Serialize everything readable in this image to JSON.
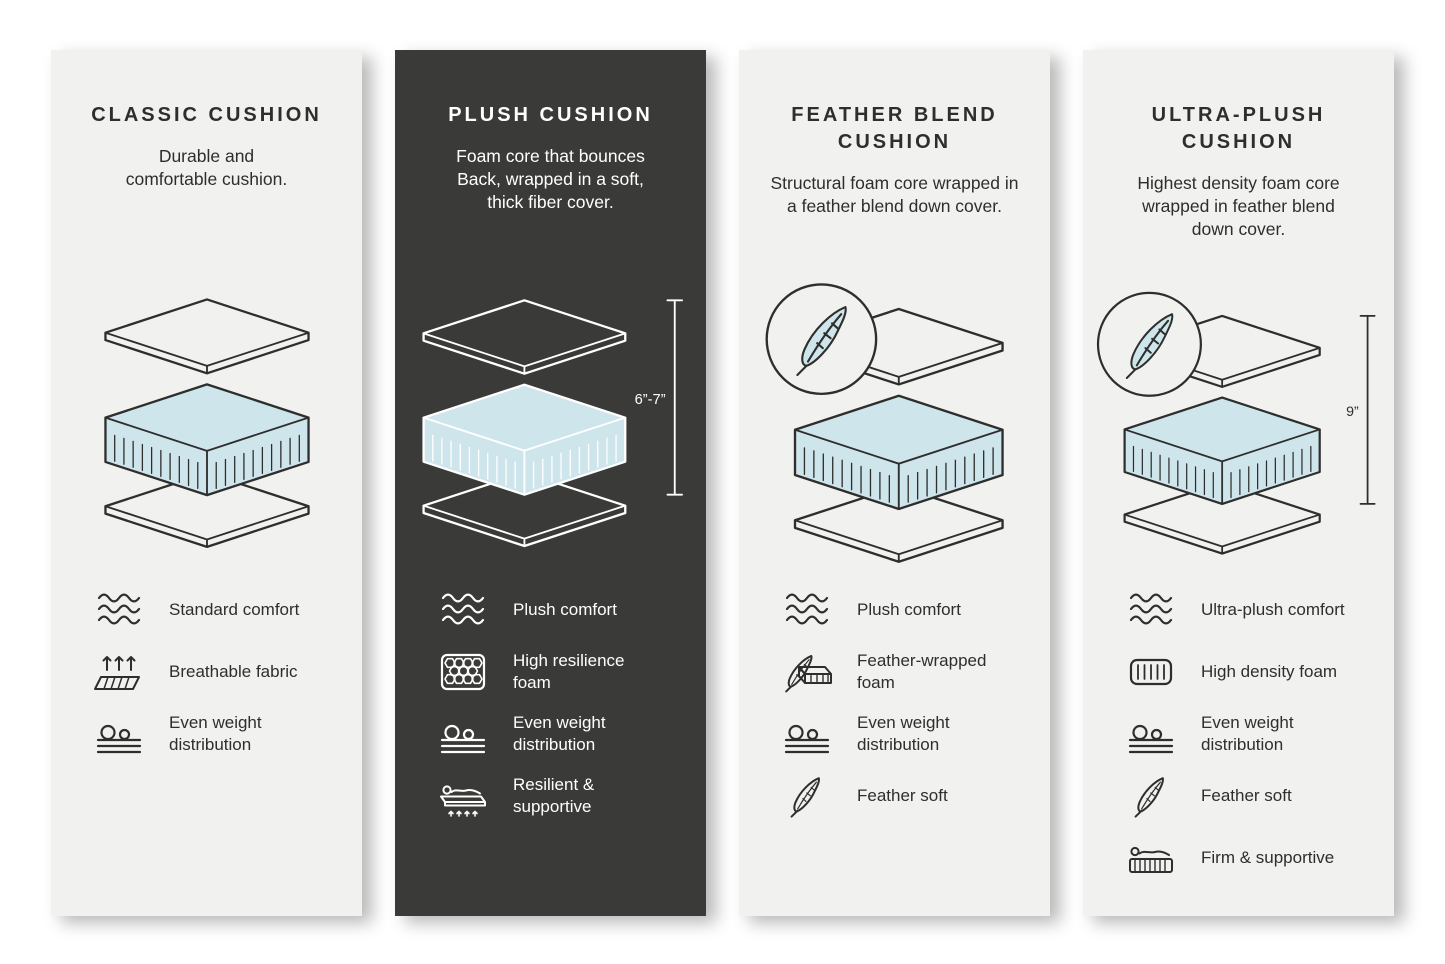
{
  "page": {
    "background": "#ffffff"
  },
  "cards": [
    {
      "id": "classic",
      "title": "CLASSIC CUSHION",
      "description": "Durable and\ncomfortable cushion.",
      "theme": {
        "bg": "#f1f1ef",
        "text": "#2e2e2c"
      },
      "diagram": {
        "foam_color": "#cfe5ec",
        "feather_badge": false,
        "measurement": null
      },
      "features": [
        {
          "icon": "waves-icon",
          "label": "Standard comfort"
        },
        {
          "icon": "breathable-fabric-icon",
          "label": "Breathable fabric"
        },
        {
          "icon": "weight-distribution-icon",
          "label": "Even weight\ndistribution"
        }
      ]
    },
    {
      "id": "plush",
      "title": "PLUSH CUSHION",
      "description": "Foam core that bounces\nBack, wrapped in a soft,\nthick fiber cover.",
      "theme": {
        "bg": "#3a3a38",
        "text": "#ffffff"
      },
      "diagram": {
        "foam_color": "#cfe5ec",
        "feather_badge": false,
        "measurement": "6”-7”"
      },
      "features": [
        {
          "icon": "waves-icon",
          "label": "Plush comfort"
        },
        {
          "icon": "honeycomb-foam-icon",
          "label": "High resilience\nfoam"
        },
        {
          "icon": "weight-distribution-icon",
          "label": "Even weight\ndistribution"
        },
        {
          "icon": "bounce-support-icon",
          "label": "Resilient &\nsupportive"
        }
      ]
    },
    {
      "id": "feather-blend",
      "title": "FEATHER BLEND\nCUSHION",
      "description": "Structural foam core wrapped in\na feather blend down cover.",
      "theme": {
        "bg": "#f1f1ef",
        "text": "#2e2e2c"
      },
      "diagram": {
        "foam_color": "#cfe5ec",
        "feather_badge": true,
        "measurement": null
      },
      "features": [
        {
          "icon": "waves-icon",
          "label": "Plush comfort"
        },
        {
          "icon": "feather-wrapped-foam-icon",
          "label": "Feather-wrapped\nfoam"
        },
        {
          "icon": "weight-distribution-icon",
          "label": "Even weight\ndistribution"
        },
        {
          "icon": "feather-icon",
          "label": "Feather soft"
        }
      ]
    },
    {
      "id": "ultra-plush",
      "title": "ULTRA-PLUSH\nCUSHION",
      "description": "Highest density foam core\nwrapped in feather blend\ndown cover.",
      "theme": {
        "bg": "#f1f1ef",
        "text": "#2e2e2c"
      },
      "diagram": {
        "foam_color": "#cfe5ec",
        "feather_badge": true,
        "measurement": "9”"
      },
      "features": [
        {
          "icon": "waves-icon",
          "label": "Ultra-plush comfort"
        },
        {
          "icon": "high-density-foam-icon",
          "label": "High density foam"
        },
        {
          "icon": "weight-distribution-icon",
          "label": "Even weight\ndistribution"
        },
        {
          "icon": "feather-icon",
          "label": "Feather soft"
        },
        {
          "icon": "firm-support-icon",
          "label": "Firm & supportive"
        }
      ]
    }
  ]
}
